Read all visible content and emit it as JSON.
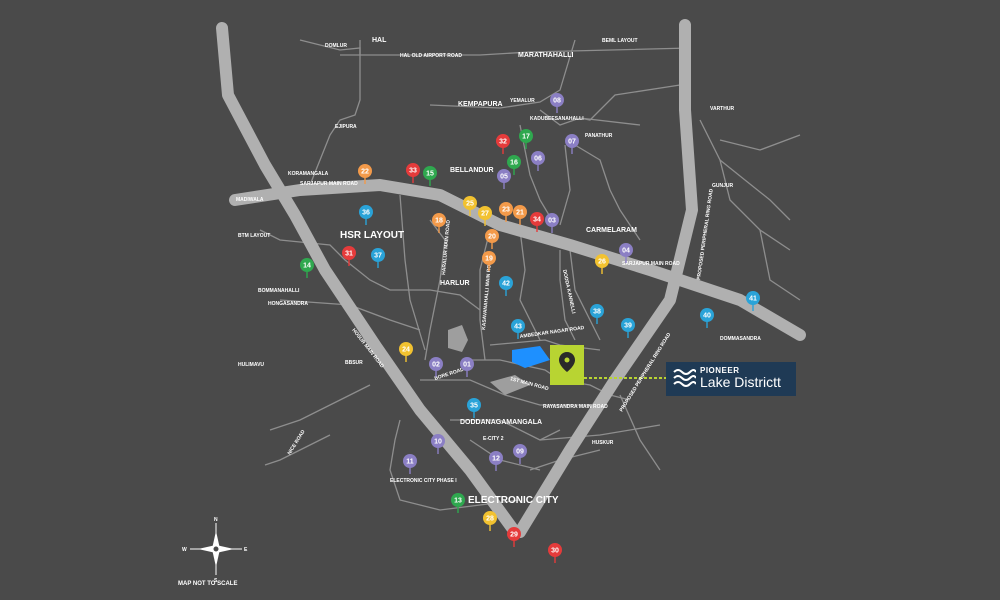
{
  "colors": {
    "background": "#4a4a4a",
    "road": "#9b9b9b",
    "highway": "#b5b5b5",
    "lake": "#1e90ff",
    "project": "#b8d432",
    "brand_box": "#1f3a55",
    "pin_orange": "#f39a4a",
    "pin_red": "#e53b3b",
    "pin_green": "#2fa84f",
    "pin_purple": "#8b7fc4",
    "pin_blue": "#2aa3d8",
    "pin_yellow": "#f2c230"
  },
  "places": {
    "hal": "HAL",
    "domlur": "DOMLUR",
    "hal_old_airport_road": "HAL OLD AIRPORT ROAD",
    "marathahalli": "MARATHAHALLI",
    "beml_layout": "BEML LAYOUT",
    "kempapura": "KEMPAPURA",
    "yemalur": "YEMALUR",
    "kadubeesanahalli": "KADUBEESANAHALLI",
    "varthur": "VARTHUR",
    "ejipura": "EJIPURA",
    "panathur": "PANATHUR",
    "bellandur": "BELLANDUR",
    "koramangala": "KORAMANGALA",
    "sarjapur_main_road": "SARJAPUR MAIN ROAD",
    "madiwala": "MADIWALA",
    "gunjur": "GUNJUR",
    "btm_layout": "BTM LAYOUT",
    "hsr_layout": "HSR LAYOUT",
    "carmelaram": "CARMELARAM",
    "harlur": "HARLUR",
    "bommanahalli": "BOMMANAHALLI",
    "hongasandra": "HONGASANDRA",
    "dommasandra": "DOMMASANDRA",
    "hulimavu": "HULIMAVU",
    "bbsur": "BBSUR",
    "hosur_main_road": "HOSUR MAIN ROAD",
    "proposed_prr": "PROPOSED PERIPHERAL RING ROAD",
    "dodda": "DODDANAGAMANGALA",
    "rayasandra_main_road": "RAYASANDRA MAIN ROAD",
    "huskur": "HUSKUR",
    "nice_road": "NICE ROAD",
    "electronic_city_phase1": "ELECTRONIC CITY PHASE I",
    "electronic_city": "ELECTRONIC CITY",
    "e_city_2": "E-CITY 2",
    "1st_main_road": "1ST MAIN ROAD",
    "bore_road": "BORE ROAD",
    "kasavanahalli_main_road": "KASAVANAHALLI MAIN ROAD",
    "ambedkar_nagar_road": "AMBEDKAR NAGAR ROAD",
    "haralur_road": "HARALUR MAIN ROAD",
    "dodda_kannelli": "DODDA KANNELLI",
    "sarjapura_road": "SARJAPUR MAIN ROAD"
  },
  "pins": [
    {
      "num": "01",
      "color": "purple"
    },
    {
      "num": "02",
      "color": "purple"
    },
    {
      "num": "03",
      "color": "purple"
    },
    {
      "num": "04",
      "color": "purple"
    },
    {
      "num": "05",
      "color": "purple"
    },
    {
      "num": "06",
      "color": "purple"
    },
    {
      "num": "07",
      "color": "purple"
    },
    {
      "num": "08",
      "color": "purple"
    },
    {
      "num": "09",
      "color": "purple"
    },
    {
      "num": "10",
      "color": "purple"
    },
    {
      "num": "11",
      "color": "purple"
    },
    {
      "num": "12",
      "color": "purple"
    },
    {
      "num": "13",
      "color": "green"
    },
    {
      "num": "14",
      "color": "green"
    },
    {
      "num": "15",
      "color": "green"
    },
    {
      "num": "16",
      "color": "green"
    },
    {
      "num": "17",
      "color": "green"
    },
    {
      "num": "18",
      "color": "orange"
    },
    {
      "num": "19",
      "color": "orange"
    },
    {
      "num": "20",
      "color": "orange"
    },
    {
      "num": "21",
      "color": "orange"
    },
    {
      "num": "22",
      "color": "orange"
    },
    {
      "num": "23",
      "color": "orange"
    },
    {
      "num": "24",
      "color": "yellow"
    },
    {
      "num": "25",
      "color": "yellow"
    },
    {
      "num": "26",
      "color": "yellow"
    },
    {
      "num": "27",
      "color": "yellow"
    },
    {
      "num": "28",
      "color": "yellow"
    },
    {
      "num": "29",
      "color": "red"
    },
    {
      "num": "30",
      "color": "red"
    },
    {
      "num": "31",
      "color": "red"
    },
    {
      "num": "32",
      "color": "red"
    },
    {
      "num": "33",
      "color": "red"
    },
    {
      "num": "34",
      "color": "red"
    },
    {
      "num": "35",
      "color": "blue"
    },
    {
      "num": "36",
      "color": "blue"
    },
    {
      "num": "37",
      "color": "blue"
    },
    {
      "num": "38",
      "color": "blue"
    },
    {
      "num": "39",
      "color": "blue"
    },
    {
      "num": "40",
      "color": "blue"
    },
    {
      "num": "41",
      "color": "blue"
    },
    {
      "num": "42",
      "color": "blue"
    },
    {
      "num": "43",
      "color": "blue"
    }
  ],
  "brand": {
    "pioneer": "PIONEER",
    "lake_districtt": "Lake Districtt"
  },
  "compass": {
    "n": "N",
    "s": "S",
    "e": "E",
    "w": "W",
    "note": "MAP NOT TO SCALE"
  }
}
